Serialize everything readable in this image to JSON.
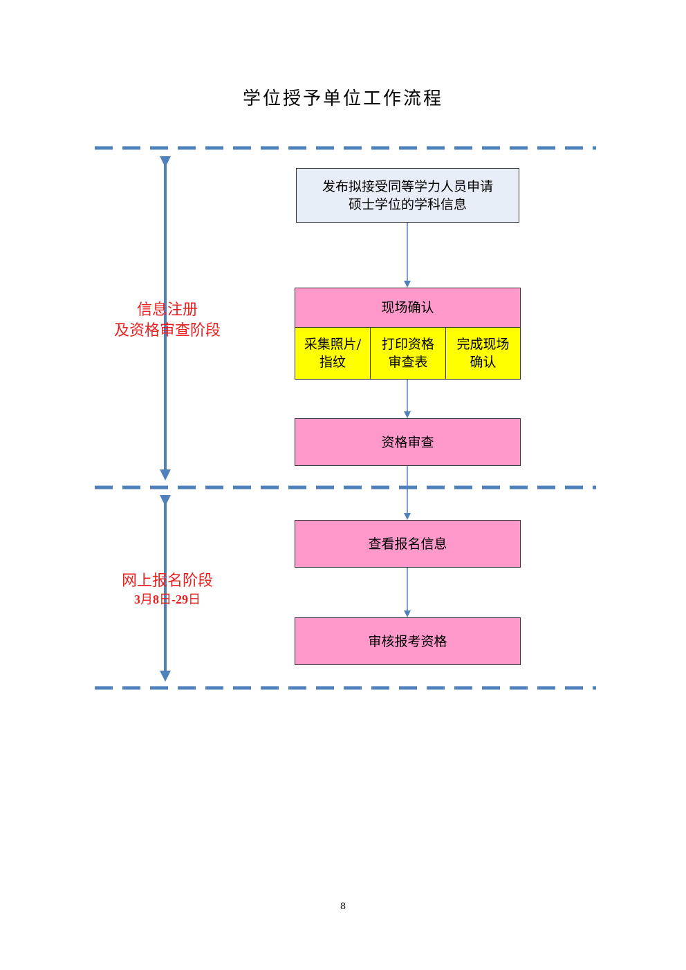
{
  "title": "学位授予单位工作流程",
  "stages": [
    {
      "label_line1": "信息注册",
      "label_line2": "及资格审查阶段"
    },
    {
      "label_line1": "网上报名阶段",
      "date": {
        "m": "3",
        "m_unit": "月",
        "d1": "8",
        "d_unit": "日",
        "sep": "-",
        "d2": "29",
        "d2_unit": "日"
      }
    }
  ],
  "steps": {
    "publish": {
      "line1": "发布拟接受同等学力人员申请",
      "line2": "硕士学位的学科信息"
    },
    "onsite": "现场确认",
    "sub_steps": [
      {
        "line1": "采集照片/",
        "line2": "指纹"
      },
      {
        "line1": "打印资格",
        "line2": "审查表"
      },
      {
        "line1": "完成现场",
        "line2": "确认"
      }
    ],
    "qualification_review": "资格审查",
    "view_registration": "查看报名信息",
    "audit_eligibility": "审核报考资格"
  },
  "page_number": "8",
  "colors": {
    "divider": "#4f81bd",
    "stage_text": "#e82020",
    "publish_fill": "#e8eef8",
    "step_fill": "#ff99cc",
    "sub_step_fill": "#ffff00"
  }
}
